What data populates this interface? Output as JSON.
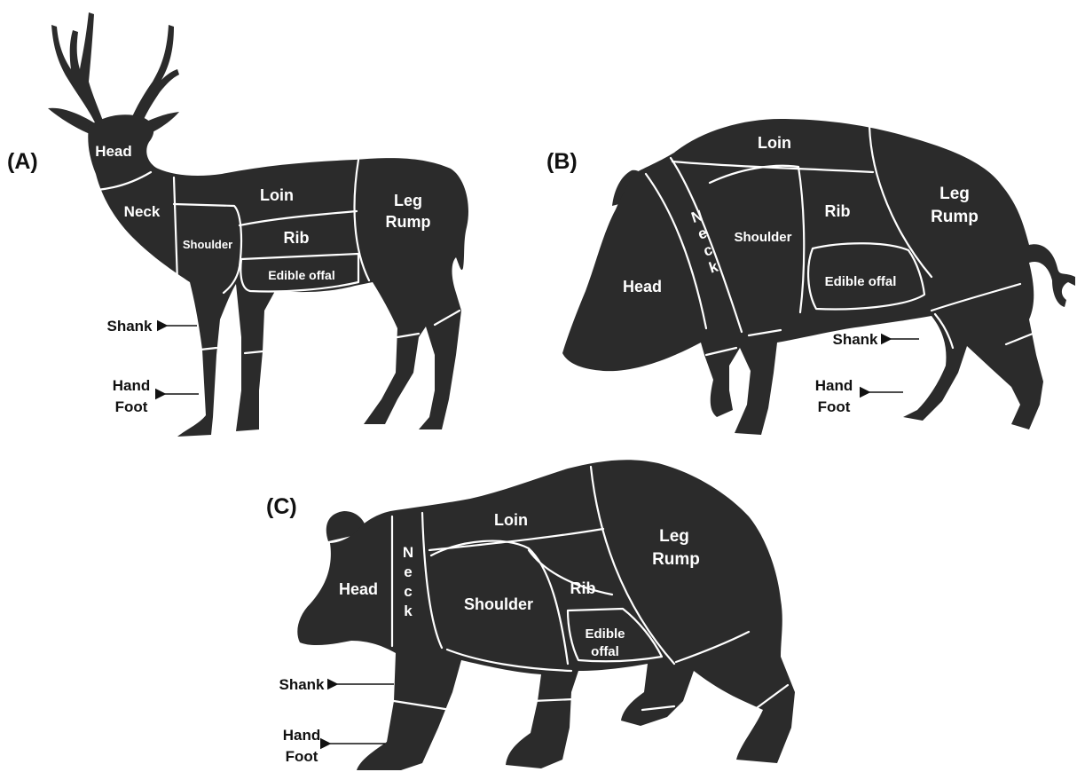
{
  "panels": {
    "deer": {
      "tag": "(A)",
      "cuts": {
        "head": "Head",
        "neck": "Neck",
        "loin": "Loin",
        "shoulder": "Shoulder",
        "rib": "Rib",
        "leg": "Leg",
        "rump": "Rump",
        "offal": "Edible offal"
      },
      "callouts": {
        "shank": "Shank",
        "hand": "Hand",
        "foot": "Foot"
      }
    },
    "boar": {
      "tag": "(B)",
      "cuts": {
        "head": "Head",
        "neck_letters": [
          "N",
          "e",
          "c",
          "k"
        ],
        "loin": "Loin",
        "shoulder": "Shoulder",
        "rib": "Rib",
        "leg": "Leg",
        "rump": "Rump",
        "offal": "Edible offal"
      },
      "callouts": {
        "shank": "Shank",
        "hand": "Hand",
        "foot": "Foot"
      }
    },
    "bear": {
      "tag": "(C)",
      "cuts": {
        "head": "Head",
        "neck_letters": [
          "N",
          "e",
          "c",
          "k"
        ],
        "loin": "Loin",
        "shoulder": "Shoulder",
        "rib": "Rib",
        "leg": "Leg",
        "rump": "Rump",
        "offal_line1": "Edible",
        "offal_line2": "offal"
      },
      "callouts": {
        "shank": "Shank",
        "hand": "Hand",
        "foot": "Foot"
      }
    }
  },
  "colors": {
    "silhouette": "#2b2b2b",
    "cut_line": "#ffffff",
    "text": "#111111"
  }
}
